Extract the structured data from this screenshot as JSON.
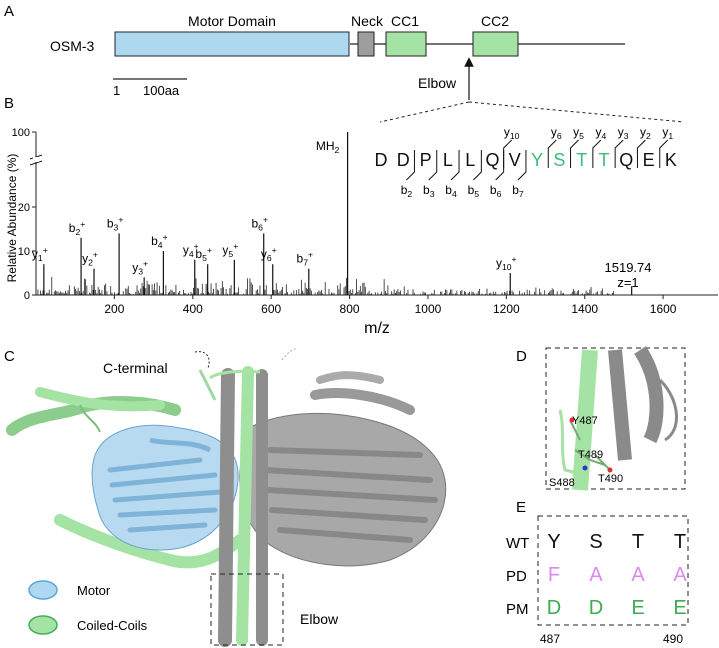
{
  "panels": {
    "A": {
      "label": "A",
      "protein": "OSM-3",
      "domains": [
        "Motor Domain",
        "Neck",
        "CC1",
        "CC2"
      ],
      "scale_start": "1",
      "scale_text": "100aa",
      "arrow_label": "Elbow",
      "colors": {
        "motor": "#add8f0",
        "neck": "#9e9e9e",
        "cc": "#a5e3a5"
      }
    },
    "B": {
      "label": "B",
      "peptide": [
        "D",
        "D",
        "P",
        "L",
        "L",
        "Q",
        "V",
        "Y",
        "S",
        "T",
        "T",
        "Q",
        "E",
        "K"
      ],
      "highlight_color": "#3dbb7a",
      "y_ions": [
        {
          "ion": "y",
          "sub": "10"
        },
        {
          "ion": "y",
          "sub": "6"
        },
        {
          "ion": "y",
          "sub": "5"
        },
        {
          "ion": "y",
          "sub": "4"
        },
        {
          "ion": "y",
          "sub": "3"
        },
        {
          "ion": "y",
          "sub": "2"
        },
        {
          "ion": "y",
          "sub": "1"
        }
      ],
      "b_ions": [
        {
          "ion": "b",
          "sub": "2"
        },
        {
          "ion": "b",
          "sub": "3"
        },
        {
          "ion": "b",
          "sub": "4"
        },
        {
          "ion": "b",
          "sub": "5"
        },
        {
          "ion": "b",
          "sub": "6"
        },
        {
          "ion": "b",
          "sub": "7"
        }
      ],
      "precursor_mz": "1519.74",
      "charge": "z=1",
      "precursor_label": "MH",
      "precursor_sub": "2"
    },
    "C": {
      "label": "C",
      "c_terminal": "C-terminal",
      "elbow": "Elbow",
      "legend": [
        {
          "label": "Motor",
          "color": "#add8f0",
          "stroke": "#5aa7d6"
        },
        {
          "label": "Coiled-Coils",
          "color": "#a5e3a5",
          "stroke": "#3fae5a"
        }
      ]
    },
    "D": {
      "label": "D",
      "residues": [
        "Y487",
        "T489",
        "S488",
        "T490"
      ]
    },
    "E": {
      "label": "E",
      "rows": [
        {
          "name": "WT",
          "residues": [
            "Y",
            "S",
            "T",
            "T"
          ],
          "color": "#111111"
        },
        {
          "name": "PD",
          "residues": [
            "F",
            "A",
            "A",
            "A"
          ],
          "color": "#dd88ee"
        },
        {
          "name": "PM",
          "residues": [
            "D",
            "D",
            "E",
            "E"
          ],
          "color": "#3aad4f"
        }
      ],
      "start_pos": "487",
      "end_pos": "490"
    }
  },
  "chart_data": {
    "type": "bar",
    "xlabel": "m/z",
    "ylabel": "Relative Abundance (%)",
    "xlim": [
      0,
      1740
    ],
    "xticks": [
      200,
      400,
      600,
      800,
      1000,
      1200,
      1400,
      1600
    ],
    "yticks": [
      0,
      10,
      20,
      100
    ],
    "axis_break": "between 20 and 100",
    "annotated_peaks": [
      {
        "label": "y",
        "sub": "1",
        "sup": "+",
        "mz": 20,
        "abundance": 7
      },
      {
        "label": "b",
        "sub": "2",
        "sup": "+",
        "mz": 115,
        "abundance": 13
      },
      {
        "label": "y",
        "sub": "2",
        "sup": "+",
        "mz": 148,
        "abundance": 6
      },
      {
        "label": "b",
        "sub": "3",
        "sup": "+",
        "mz": 212,
        "abundance": 14
      },
      {
        "label": "y",
        "sub": "3",
        "sup": "+",
        "mz": 276,
        "abundance": 4
      },
      {
        "label": "b",
        "sub": "4",
        "sup": "+",
        "mz": 325,
        "abundance": 10
      },
      {
        "label": "y",
        "sub": "4",
        "sup": "+",
        "mz": 405,
        "abundance": 8
      },
      {
        "label": "b",
        "sub": "5",
        "sup": "+",
        "mz": 438,
        "abundance": 7
      },
      {
        "label": "y",
        "sub": "5",
        "sup": "+",
        "mz": 506,
        "abundance": 8
      },
      {
        "label": "b",
        "sub": "6",
        "sup": "+",
        "mz": 581,
        "abundance": 14
      },
      {
        "label": "y",
        "sub": "6",
        "sup": "+",
        "mz": 604,
        "abundance": 7
      },
      {
        "label": "b",
        "sub": "7",
        "sup": "+",
        "mz": 696,
        "abundance": 6
      },
      {
        "label": "MH",
        "sub": "2",
        "sup": "",
        "mz": 795,
        "abundance": 100
      },
      {
        "label": "y",
        "sub": "10",
        "sup": "+",
        "mz": 1210,
        "abundance": 5
      },
      {
        "label": "",
        "sub": "",
        "sup": "",
        "mz": 1519.74,
        "abundance": 2
      }
    ]
  }
}
